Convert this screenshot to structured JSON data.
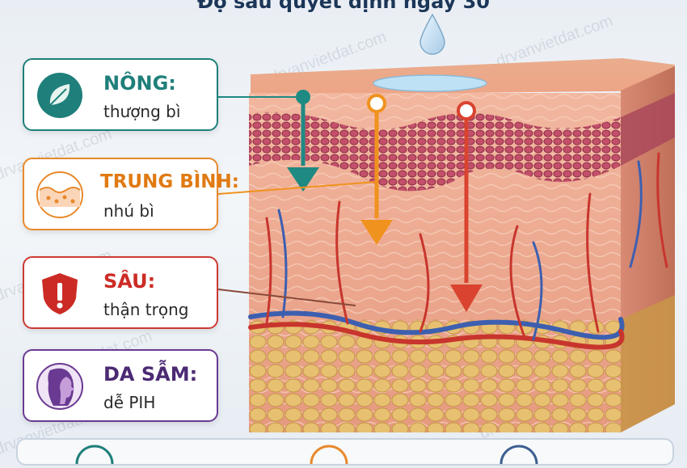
{
  "header": {
    "title": "Độ sâu quyết định ngày 30"
  },
  "watermark": "drvanvietdat.com",
  "cards": [
    {
      "id": "shallow",
      "label": "NÔNG:",
      "sub": "thượng bì",
      "color": "#1f7f7a",
      "icon": "leaf-icon"
    },
    {
      "id": "medium",
      "label": "TRUNG BÌNH:",
      "sub": "nhú bì",
      "color": "#e8892b",
      "icon": "skin-layers-icon"
    },
    {
      "id": "deep",
      "label": "SÂU:",
      "sub": "thận trọng",
      "color": "#cc3a34",
      "icon": "warning-shield-icon"
    },
    {
      "id": "dark-skin",
      "label": "DA SẪM:",
      "sub": "dễ PIH",
      "color": "#6a3a92",
      "icon": "face-profile-icon"
    }
  ],
  "arrows": [
    {
      "name": "shallow",
      "color": "#1f8a82"
    },
    {
      "name": "medium",
      "color": "#f0921e"
    },
    {
      "name": "deep",
      "color": "#d9432f"
    }
  ]
}
